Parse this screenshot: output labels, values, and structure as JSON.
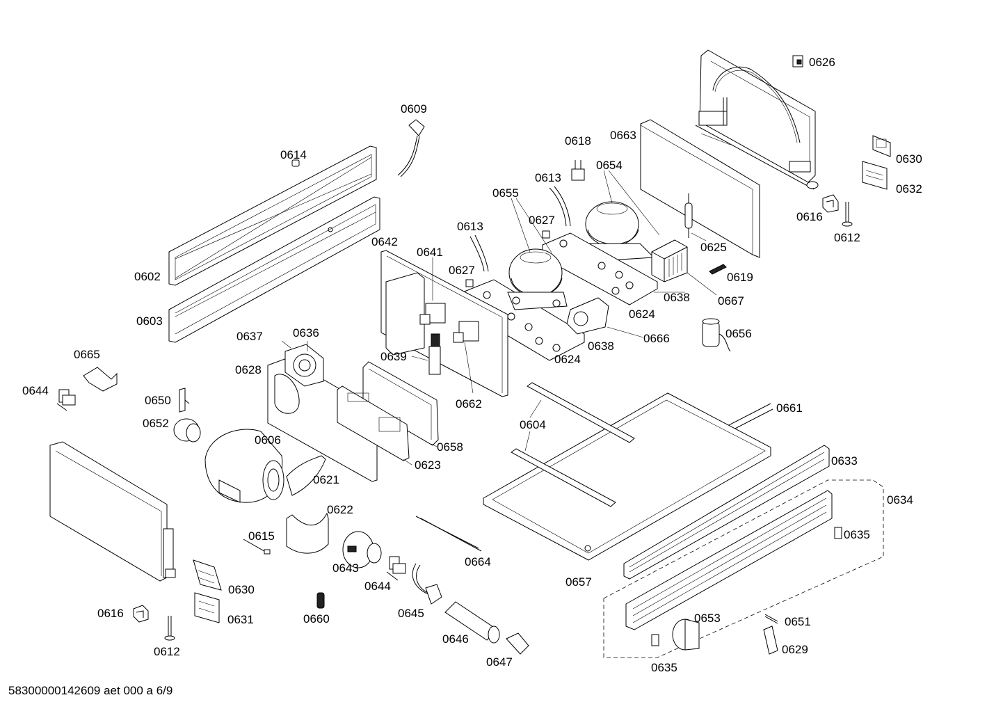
{
  "diagram": {
    "footer": "58300000142609 aet 000 a 6/9",
    "labels": {
      "p0626": "0626",
      "p0609": "0609",
      "p0614": "0614",
      "p0618": "0618",
      "p0663": "0663",
      "p0630a": "0630",
      "p0632": "0632",
      "p0613a": "0613",
      "p0654": "0654",
      "p0655": "0655",
      "p0627a": "0627",
      "p0616a": "0616",
      "p0612a": "0612",
      "p0613b": "0613",
      "p0625": "0625",
      "p0642": "0642",
      "p0641": "0641",
      "p0627b": "0627",
      "p0619": "0619",
      "p0602": "0602",
      "p0638a": "0638",
      "p0667": "0667",
      "p0624a": "0624",
      "p0603": "0603",
      "p0637": "0637",
      "p0636": "0636",
      "p0666": "0666",
      "p0656": "0656",
      "p0638b": "0638",
      "p0665": "0665",
      "p0639": "0639",
      "p0624b": "0624",
      "p0628": "0628",
      "p0644a": "0644",
      "p0650": "0650",
      "p0662": "0662",
      "p0661": "0661",
      "p0652": "0652",
      "p0604": "0604",
      "p0606": "0606",
      "p0658": "0658",
      "p0623": "0623",
      "p0633": "0633",
      "p0621": "0621",
      "p0634": "0634",
      "p0622": "0622",
      "p0615": "0615",
      "p0635a": "0635",
      "p0664": "0664",
      "p0643": "0643",
      "p0657": "0657",
      "p0644b": "0644",
      "p0630b": "0630",
      "p0616b": "0616",
      "p0645": "0645",
      "p0660": "0660",
      "p0653": "0653",
      "p0631": "0631",
      "p0651": "0651",
      "p0646": "0646",
      "p0612b": "0612",
      "p0629": "0629",
      "p0647": "0647",
      "p0635b": "0635"
    }
  }
}
